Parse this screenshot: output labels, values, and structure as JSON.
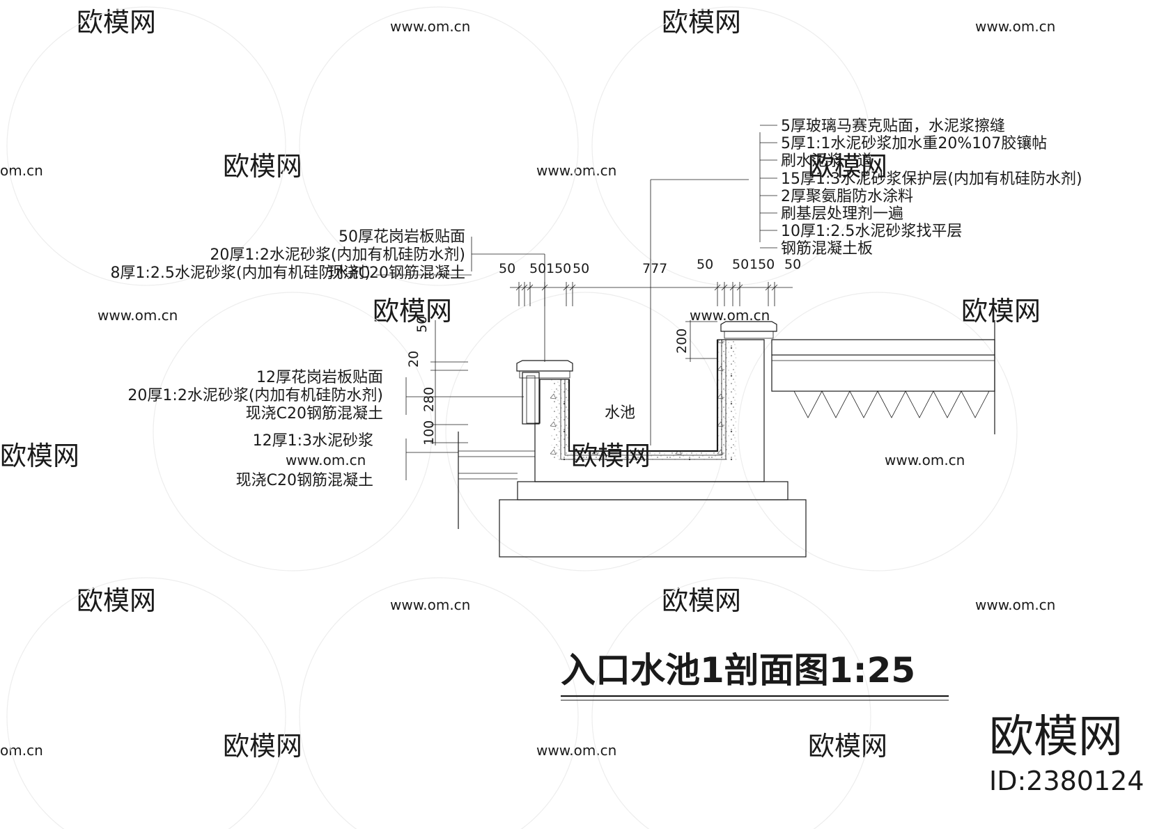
{
  "title": "入口水池1剖面图1:25",
  "pool_label": "水池",
  "brand": {
    "name": "欧模网",
    "id_text": "ID:2380124"
  },
  "watermark": {
    "logo_text": "欧模网",
    "url_text": "www.om.cn",
    "edge_url_text": "om.cn"
  },
  "right_wall_layers": [
    "5厚玻璃马赛克贴面，水泥浆擦缝",
    "5厚1:1水泥砂浆加水重20%107胶镶帖",
    "刷水泥浆一道",
    "15厚1:3水泥砂浆保护层(内加有机硅防水剂)",
    "2厚聚氨脂防水涂料",
    "刷基层处理剂一遍",
    "10厚1:2.5水泥砂浆找平层",
    "钢筋混凝土板"
  ],
  "left_cap_layers": [
    "50厚花岗岩板贴面",
    "20厚1:2水泥砂浆(内加有机硅防水剂)",
    "8厚1:2.5水泥砂浆(内加有机硅防水剂)",
    "现浇C20钢筋混凝土"
  ],
  "left_wall_layers": [
    "12厚花岗岩板贴面",
    "20厚1:2水泥砂浆(内加有机硅防水剂)",
    "现浇C20钢筋混凝土"
  ],
  "base_layers": [
    "12厚1:3水泥砂浆",
    "现浇C20钢筋混凝土"
  ],
  "top_dims_left": [
    "50",
    "50",
    "150",
    "50"
  ],
  "top_dim_center": "777",
  "top_dims_right": [
    "50",
    "50",
    "150",
    "50"
  ],
  "vertical_dims_left": [
    "50",
    "20",
    "280",
    "100"
  ],
  "vertical_dim_right": "200"
}
